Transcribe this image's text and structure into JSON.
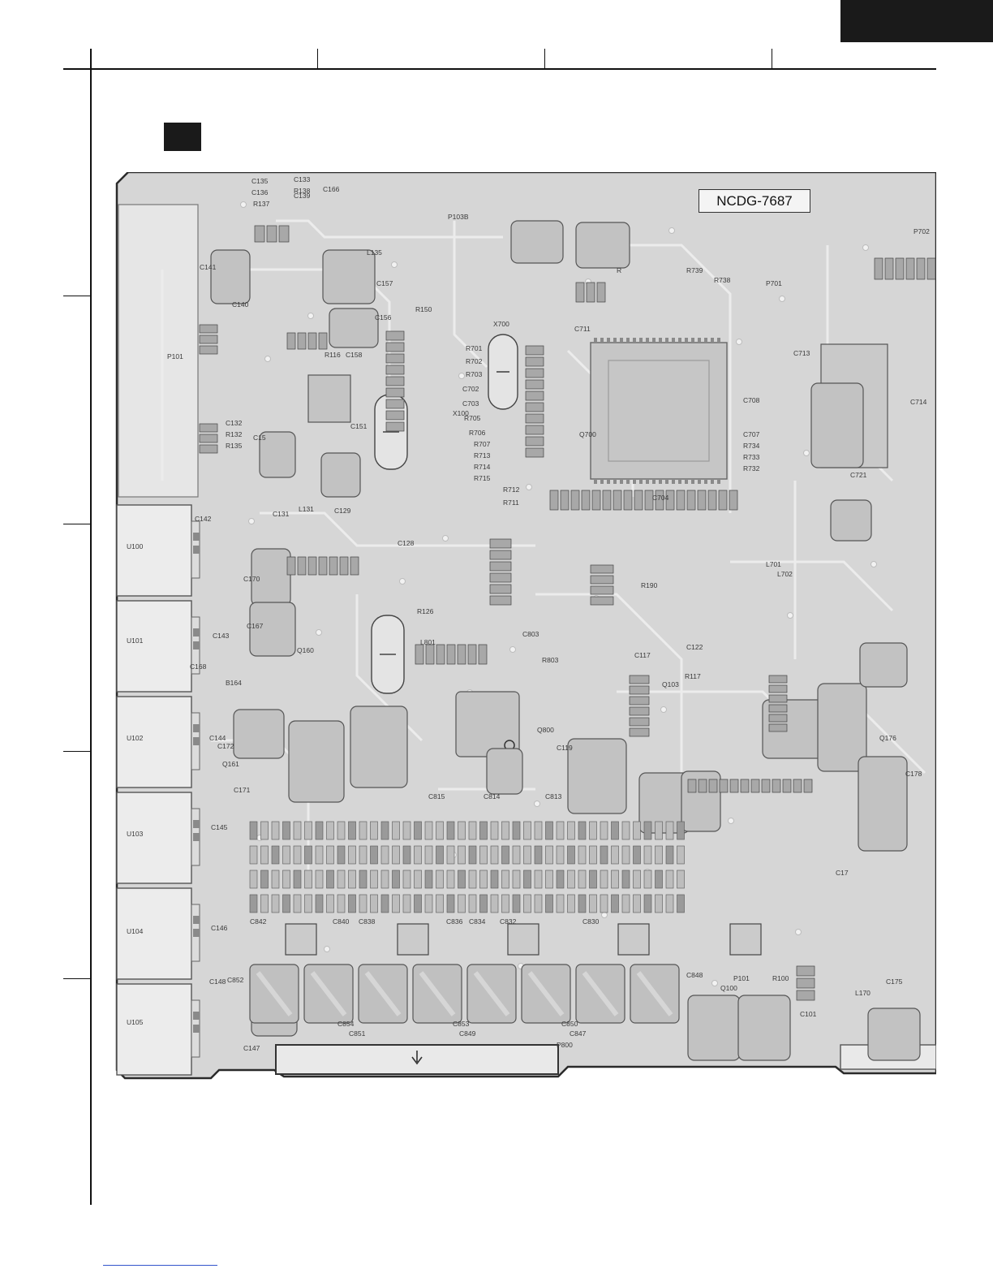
{
  "board": {
    "id_label": "NCDG-7687",
    "colors": {
      "substrate": "#d6d6d6",
      "copper": "#e9e9e9",
      "pad": "#8a8a8a",
      "outline": "#2a2a2a",
      "ink": "#3a3a3a"
    }
  },
  "labels": {
    "C135": "C135",
    "C136": "C136",
    "R137": "R137",
    "C133": "C133",
    "R138": "R138",
    "C139": "C139",
    "C166": "C166",
    "P103B": "P103B",
    "L135": "L135",
    "R150": "R150",
    "C157": "C157",
    "C156": "C156",
    "R116": "R116",
    "C158": "C158",
    "C141": "C141",
    "C140": "C140",
    "P101": "P101",
    "C151": "C151",
    "C132": "C132",
    "R132": "R132",
    "R135": "R135",
    "C15": "C15",
    "L131": "L131",
    "C131": "C131",
    "C129": "C129",
    "C128": "C128",
    "C143": "C143",
    "U100": "U100",
    "U101": "U101",
    "U102": "U102",
    "U103": "U103",
    "U104": "U104",
    "U105": "U105",
    "C142": "C142",
    "C170": "C170",
    "C167": "C167",
    "Q160": "Q160",
    "C168": "C168",
    "B164": "B164",
    "C172": "C172",
    "Q161": "Q161",
    "C171": "C171",
    "C144": "C144",
    "C145": "C145",
    "C146": "C146",
    "C147": "C147",
    "C148": "C148",
    "R126": "R126",
    "L801": "L801",
    "C803": "C803",
    "R803": "R803",
    "R701": "R701",
    "R702": "R702",
    "R703": "R703",
    "C702": "C702",
    "C703": "C703",
    "R705": "R705",
    "R706": "R706",
    "R707": "R707",
    "R713": "R713",
    "R714": "R714",
    "R715": "R715",
    "R712": "R712",
    "R711": "R711",
    "X700": "X700",
    "X100": "X100",
    "C711": "C711",
    "R": "R",
    "R739": "R739",
    "R738": "R738",
    "P701": "P701",
    "P702": "P702",
    "Q700": "Q700",
    "C704": "C704",
    "C708": "C708",
    "C707": "C707",
    "R734": "R734",
    "R733": "R733",
    "R732": "R732",
    "C713": "C713",
    "C714": "C714",
    "C721": "C721",
    "L701": "L701",
    "L702": "L702",
    "R190": "R190",
    "C117": "C117",
    "R117": "R117",
    "Q103": "Q103",
    "C122": "C122",
    "Q176": "Q176",
    "C178": "C178",
    "Q800": "Q800",
    "C119": "C119",
    "C840": "C840",
    "C838": "C838",
    "C836": "C836",
    "C834": "C834",
    "C832": "C832",
    "C830": "C830",
    "C842": "C842",
    "C815": "C815",
    "C814": "C814",
    "C813": "C813",
    "C851": "C851",
    "C852": "C852",
    "C854": "C854",
    "C853": "C853",
    "C849": "C849",
    "C847": "C847",
    "C850": "C850",
    "P800": "P800",
    "C848": "C848",
    "P101b": "P101",
    "R100": "R100",
    "Q100": "Q100",
    "L170": "L170",
    "C175": "C175",
    "C101": "C101",
    "C17": "C17"
  }
}
